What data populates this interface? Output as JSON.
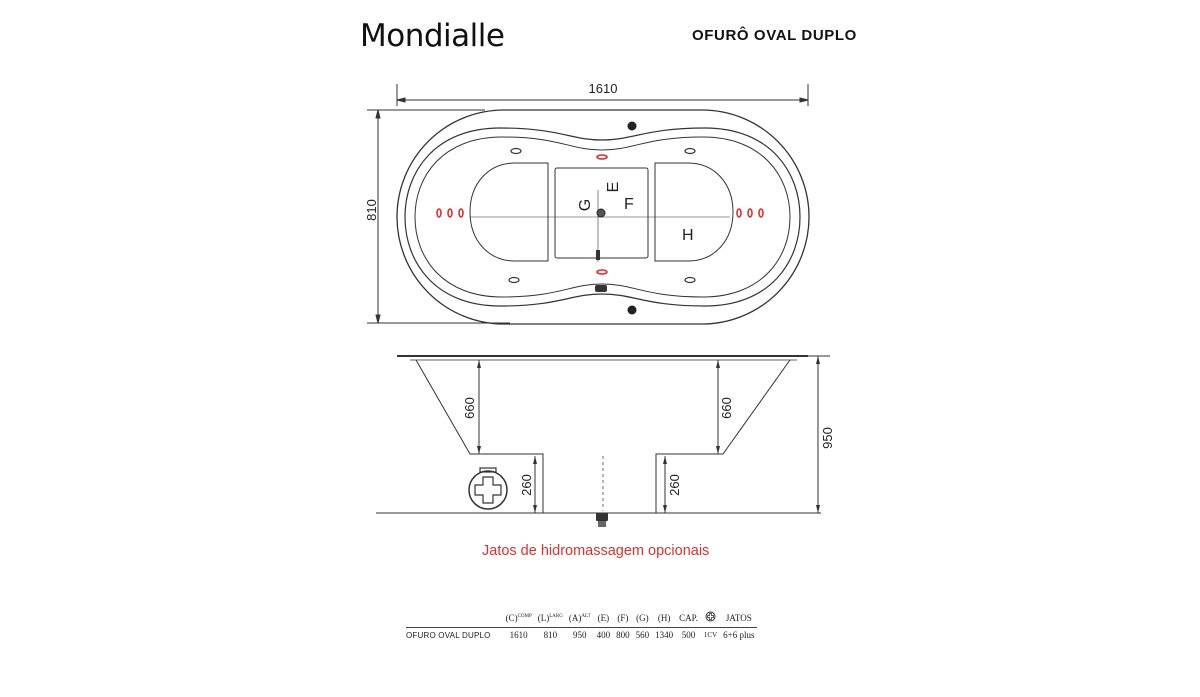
{
  "header": {
    "brand": "Mondialle",
    "product_title": "OFURÔ OVAL DUPLO"
  },
  "top_view": {
    "width_dim": "1610",
    "depth_dim": "810",
    "labels": {
      "g": "G",
      "e": "E",
      "f": "F",
      "h": "H"
    }
  },
  "side_view": {
    "left_depth": "660",
    "right_depth": "660",
    "left_seat": "260",
    "right_seat": "260",
    "total_height": "950"
  },
  "note": "Jatos de hidromassagem opcionais",
  "spec_table": {
    "headers": [
      {
        "label": "(C)",
        "sup": "COMP"
      },
      {
        "label": "(L)",
        "sup": "LARG"
      },
      {
        "label": "(A)",
        "sup": "ALT"
      },
      {
        "label": "(E)",
        "sup": ""
      },
      {
        "label": "(F)",
        "sup": ""
      },
      {
        "label": "(G)",
        "sup": ""
      },
      {
        "label": "(H)",
        "sup": ""
      },
      {
        "label": "CAP.",
        "sup": ""
      },
      {
        "label": "",
        "sup": ""
      },
      {
        "label": "JATOS",
        "sup": ""
      }
    ],
    "row": {
      "name": "OFURO OVAL DUPLO",
      "values": [
        "1610",
        "810",
        "950",
        "400",
        "800",
        "560",
        "1340",
        "500",
        "1CV",
        "6+6 plus"
      ]
    }
  },
  "colors": {
    "jet_red": "#d8322f",
    "line": "#333333"
  },
  "icons": {
    "pump": "pump-icon",
    "drain": "drain-icon",
    "motor": "motor-icon"
  }
}
